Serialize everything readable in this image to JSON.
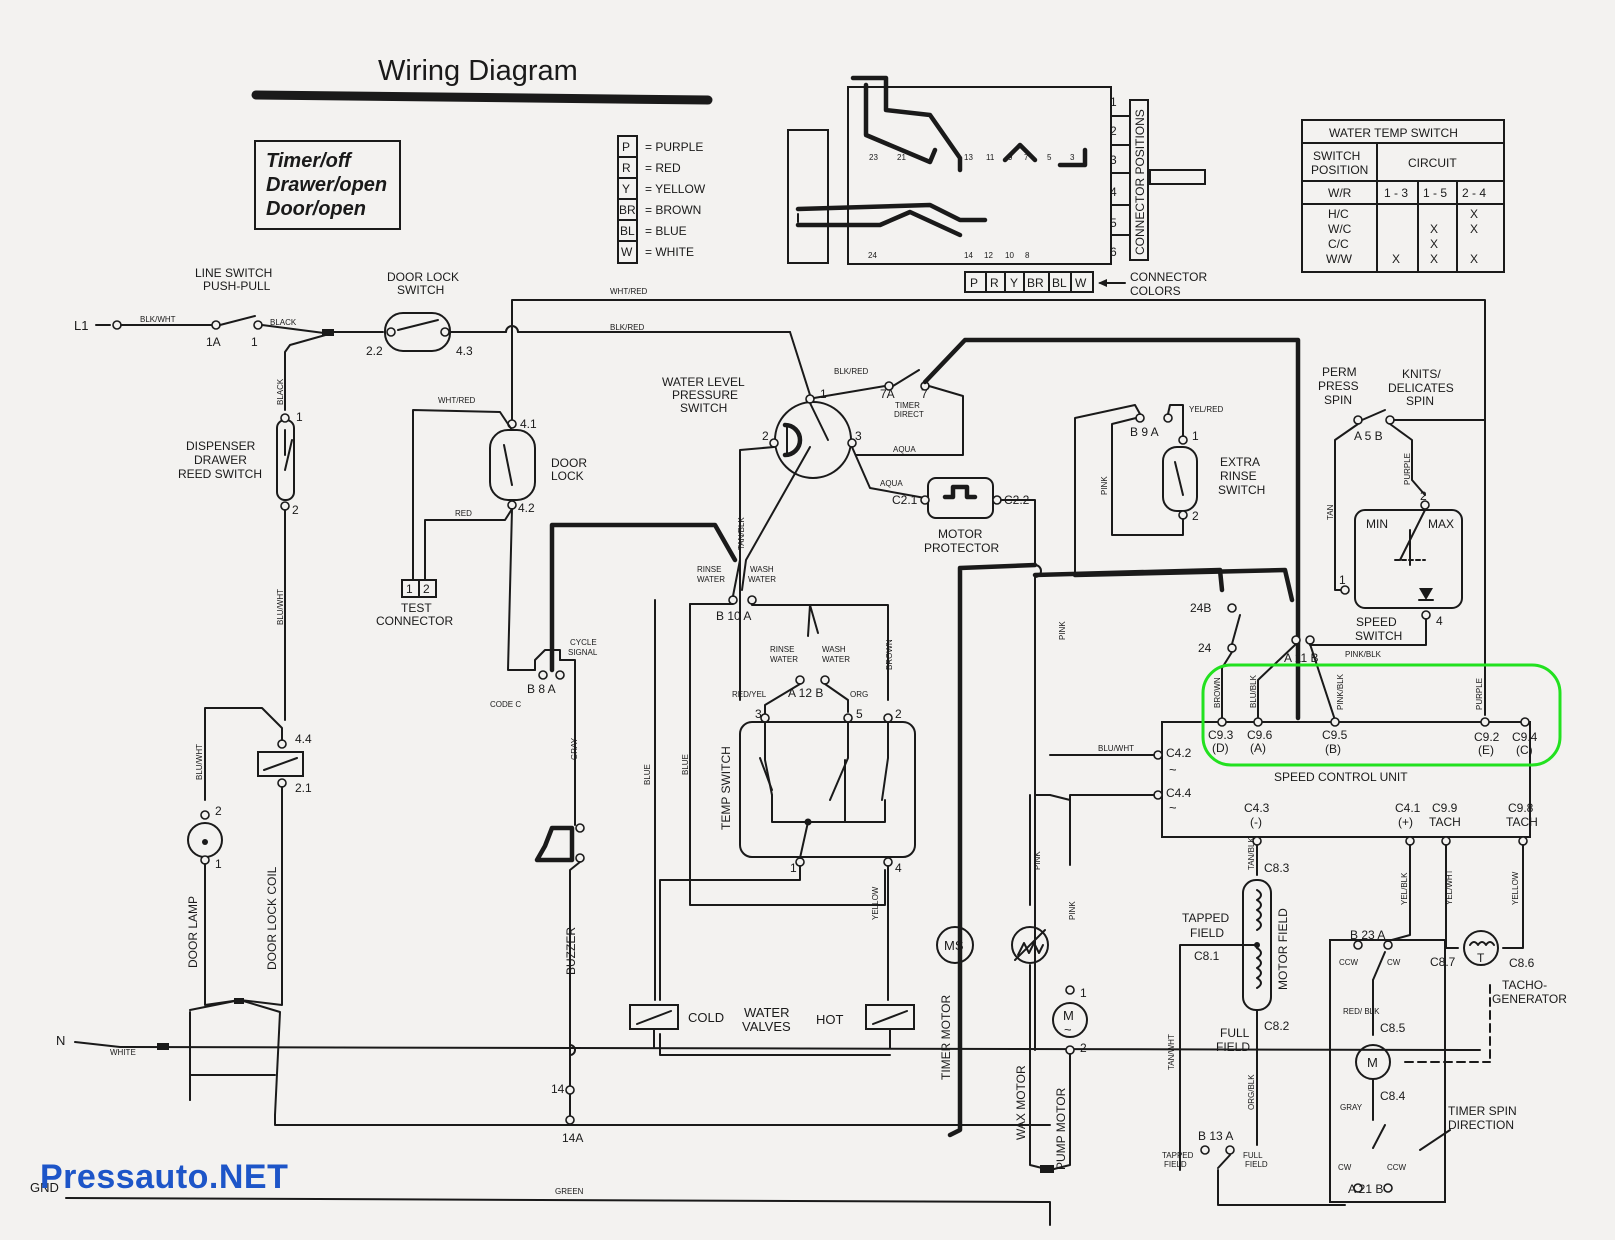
{
  "title": "Wiring Diagram",
  "state_box": [
    "Timer/off",
    "Drawer/open",
    "Door/open"
  ],
  "color_legend": [
    {
      "code": "P",
      "name": "= PURPLE"
    },
    {
      "code": "R",
      "name": "= RED"
    },
    {
      "code": "Y",
      "name": "= YELLOW"
    },
    {
      "code": "BR",
      "name": "= BROWN"
    },
    {
      "code": "BL",
      "name": "= BLUE"
    },
    {
      "code": "W",
      "name": "= WHITE"
    }
  ],
  "connector": {
    "positions_label": "CONNECTOR POSITIONS",
    "position_numbers": [
      "1",
      "2",
      "3",
      "4",
      "5",
      "6"
    ],
    "colors_label": [
      "CONNECTOR",
      "COLORS"
    ],
    "color_codes": [
      "P",
      "R",
      "Y",
      "BR",
      "BL",
      "W"
    ]
  },
  "water_temp_switch": {
    "title": "WATER TEMP SWITCH",
    "col_switch": [
      "SWITCH",
      "POSITION"
    ],
    "col_circuit": "CIRCUIT",
    "subheaders": [
      "W/R",
      "1 - 3",
      "1 - 5",
      "2 - 4"
    ],
    "rows": [
      {
        "pos": "H/C",
        "c13": "",
        "c15": "",
        "c24": "X"
      },
      {
        "pos": "W/C",
        "c13": "",
        "c15": "X",
        "c24": "X"
      },
      {
        "pos": "C/C",
        "c13": "",
        "c15": "X",
        "c24": ""
      },
      {
        "pos": "W/W",
        "c13": "X",
        "c15": "X",
        "c24": "X"
      }
    ]
  },
  "components": {
    "line_switch": [
      "LINE SWITCH",
      "PUSH-PULL"
    ],
    "door_lock_switch": [
      "DOOR LOCK",
      "SWITCH"
    ],
    "water_level": [
      "WATER LEVEL",
      "PRESSURE",
      "SWITCH"
    ],
    "dispenser": [
      "DISPENSER",
      "DRAWER",
      "REED SWITCH"
    ],
    "door_lock": [
      "DOOR",
      "LOCK"
    ],
    "test_connector": [
      "TEST",
      "CONNECTOR"
    ],
    "motor_protector": [
      "MOTOR",
      "PROTECTOR"
    ],
    "extra_rinse": [
      "EXTRA",
      "RINSE",
      "SWITCH"
    ],
    "perm_press": [
      "PERM",
      "PRESS",
      "SPIN"
    ],
    "knits": [
      "KNITS/",
      "DELICATES",
      "SPIN"
    ],
    "speed_switch": [
      "SPEED",
      "SWITCH"
    ],
    "speed_control_unit": "SPEED CONTROL UNIT",
    "temp_switch": "TEMP SWITCH",
    "water_valves": [
      "WATER",
      "VALVES"
    ],
    "cold": "COLD",
    "hot": "HOT",
    "door_lamp": "DOOR LAMP",
    "door_lock_coil": "DOOR LOCK COIL",
    "buzzer": "BUZZER",
    "timer_motor": "TIMER MOTOR",
    "ms": "MS",
    "wax_motor": "WAX MOTOR",
    "pump_motor": "PUMP MOTOR",
    "tapped_field": [
      "TAPPED",
      "FIELD"
    ],
    "full_field": [
      "FULL",
      "FIELD"
    ],
    "motor_field": "MOTOR FIELD",
    "tacho": [
      "TACHO-",
      "GENERATOR"
    ],
    "timer_spin": [
      "TIMER SPIN",
      "DIRECTION"
    ],
    "tapped_field_small": [
      "TAPPED",
      "FIELD"
    ],
    "full_field_small": [
      "FULL",
      "FIELD"
    ]
  },
  "terminals": {
    "L1": "L1",
    "N": "N",
    "GND": "GND",
    "t1A": "1A",
    "t1": "1",
    "t22": "2.2",
    "t43": "4.3",
    "t41": "4.1",
    "t42": "4.2",
    "t44": "4.4",
    "t21": "2.1",
    "t7A": "7A",
    "t7": "7",
    "c21": "C2.1",
    "c22": "C2.2",
    "b9a": "B  9  A",
    "a5b": "A  5  B",
    "b10a": "B 10 A",
    "a12b": "A 12 B",
    "b8a": "B  8  A",
    "t24b": "24B",
    "t24": "24",
    "a11b": "A  11  B",
    "t14": "14",
    "t14A": "14A",
    "b23a": "B  23  A",
    "b13a": "B  13  A",
    "a21b": "A  21  B",
    "c93": "C9.3",
    "c96": "C9.6",
    "c95": "C9.5",
    "c92": "C9.2",
    "c94": "C9.4",
    "d": "(D)",
    "a": "(A)",
    "b": "(B)",
    "e": "(E)",
    "c": "(C)",
    "c42": "C4.2",
    "c44": "C4.4",
    "c43": "C4.3",
    "minus": "(-)",
    "c41": "C4.1",
    "plus": "(+)",
    "c99": "C9.9",
    "c98": "C9.8",
    "tach": "TACH",
    "c83": "C8.3",
    "c81": "C8.1",
    "c82": "C8.2",
    "c85": "C8.5",
    "c84": "C8.4",
    "c87": "C8.7",
    "c86": "C8.6",
    "min": "MIN",
    "max": "MAX",
    "code_c": "CODE C",
    "cycle_signal": [
      "CYCLE",
      "SIGNAL"
    ],
    "timer_direct": [
      "TIMER",
      "DIRECT"
    ],
    "rinse_water": [
      "RINSE",
      "WATER"
    ],
    "wash_water": [
      "WASH",
      "WATER"
    ],
    "ccw": "CCW",
    "cw": "CW",
    "t": "T",
    "m": "M"
  },
  "wire_colors": {
    "blk_wht": "BLK/WHT",
    "black": "BLACK",
    "wht_red": "WHT/RED",
    "blk_red": "BLK/RED",
    "red": "RED",
    "aqua": "AQUA",
    "tan_blk": "TAN/BLK",
    "yel_red": "YEL/RED",
    "pink": "PINK",
    "tan": "TAN",
    "purple": "PURPLE",
    "pink_blk": "PINK/BLK",
    "brown": "BROWN",
    "blu_blk": "BLU/BLK",
    "blu_wht": "BLU/WHT",
    "gray": "GRAY",
    "blue": "BLUE",
    "red_yel": "RED/YEL",
    "org": "ORG",
    "yellow": "YELLOW",
    "white": "WHITE",
    "green": "GREEN",
    "yel_blk": "YEL/BLK",
    "yel_wht": "YEL/WHT",
    "tan_wht": "TAN/WHT",
    "org_blk": "ORG/BLK",
    "red_blk": "RED/ BLK",
    "gray_label": "GRAY"
  },
  "watermark": "Pressauto.NET",
  "highlight_color": "#22e11f",
  "watermark_color": "#1d55c8"
}
